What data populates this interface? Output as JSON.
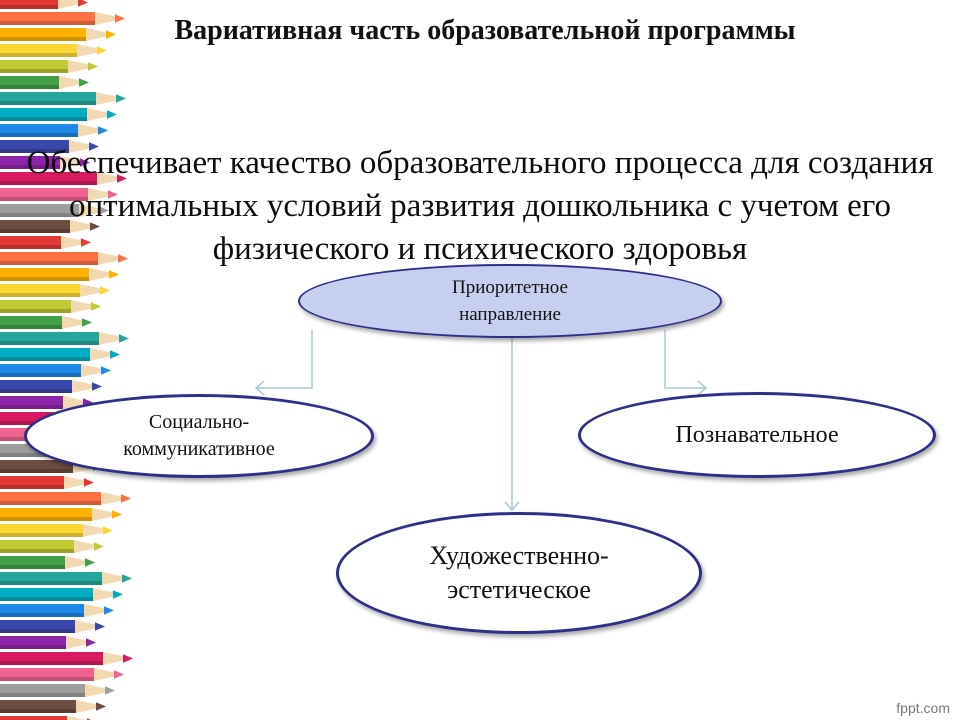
{
  "slide": {
    "title": "Вариативная часть образовательной программы",
    "subtitle": "Обеспечивает качество образовательного процесса для создания оптимальных условий развития дошкольника с учетом его физического и психического здоровья"
  },
  "diagram": {
    "root": "Приоритетное\nнаправление",
    "branches": {
      "social": "Социально-\nкоммуникативное",
      "cognitive": "Познавательное",
      "artistic": "Художественно-\nэстетическое"
    }
  },
  "watermark": "fppt.com",
  "colors": {
    "node_border": "#2d2f8a",
    "root_fill": "#c7cff0",
    "connector": "#a8ccd6"
  },
  "decoration": {
    "pencil_colors": [
      "#e53935",
      "#ff7043",
      "#ffb300",
      "#fdd835",
      "#c0ca33",
      "#43a047",
      "#26a69a",
      "#00acc1",
      "#1e88e5",
      "#3949ab",
      "#8e24aa",
      "#d81b60",
      "#f06292",
      "#9e9e9e",
      "#6d4c41"
    ]
  }
}
